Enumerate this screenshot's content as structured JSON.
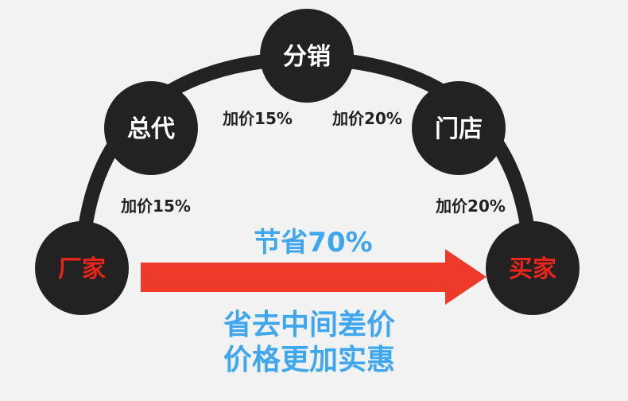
{
  "colors": {
    "background": "#f2f2f2",
    "node_fill": "#222222",
    "node_text_light": "#ffffff",
    "node_text_accent": "#e8251b",
    "arrow": "#ee3a2a",
    "highlight_text": "#3fa7ee",
    "label_text": "#222222"
  },
  "nodes": {
    "factory": "厂家",
    "general_agent": "总代",
    "distributor": "分销",
    "store": "门店",
    "buyer": "买家"
  },
  "markups": {
    "factory_to_agent": "加价15%",
    "agent_to_distributor": "加价15%",
    "distributor_to_store": "加价20%",
    "store_to_buyer": "加价20%"
  },
  "savings": {
    "headline": "节省70%",
    "line1": "省去中间差价",
    "line2": "价格更加实惠"
  }
}
